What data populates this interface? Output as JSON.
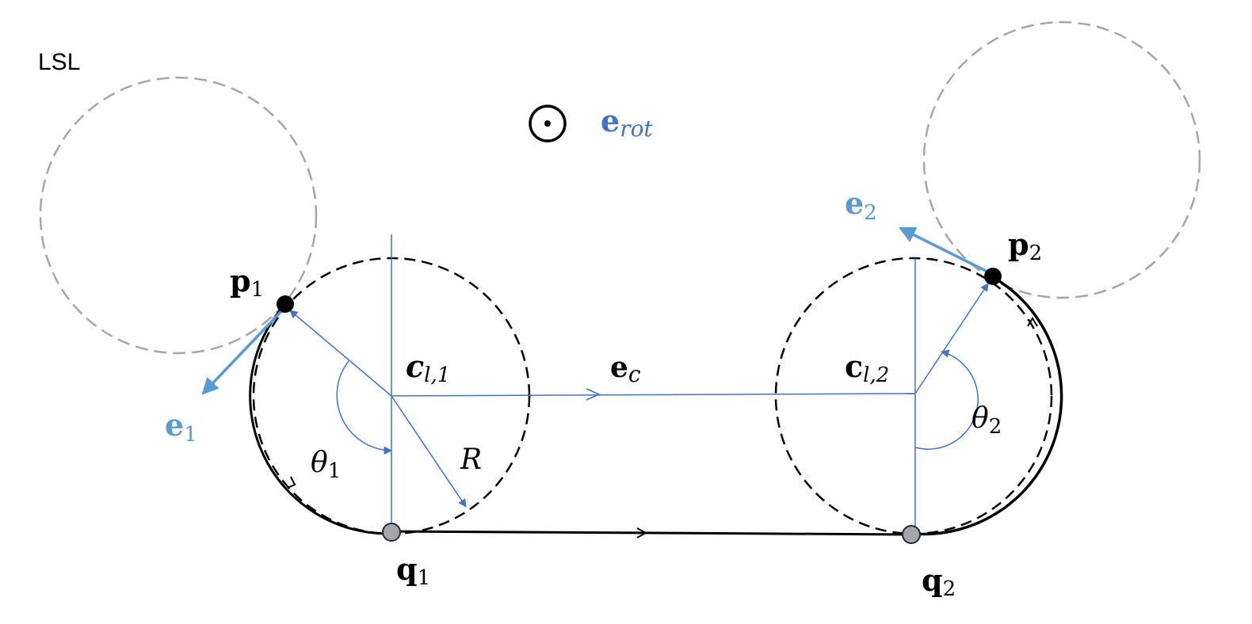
{
  "title": "LSL",
  "colors": {
    "blue": "#4472c4",
    "light_blue": "#5b9bd5",
    "gray_dashed": "#a6a6a6",
    "path_black": "#000000",
    "point_gray": "#a6a6a6"
  },
  "labels": {
    "e_rot_base": "e",
    "e_rot_sub": "rot",
    "e_c_base": "e",
    "e_c_sub": "c",
    "e1_base": "e",
    "e1_sub": "1",
    "e2_base": "e",
    "e2_sub": "2",
    "p1_base": "p",
    "p1_sub": "1",
    "p2_base": "p",
    "p2_sub": "2",
    "q1_base": "q",
    "q1_sub": "1",
    "q2_base": "q",
    "q2_sub": "2",
    "c1_base": "c",
    "c1_sub": "l,1",
    "c2_base": "c",
    "c2_sub": "l,2",
    "theta1_base": "θ",
    "theta1_sub": "1",
    "theta2_base": "θ",
    "theta2_sub": "2",
    "radius": "R"
  }
}
